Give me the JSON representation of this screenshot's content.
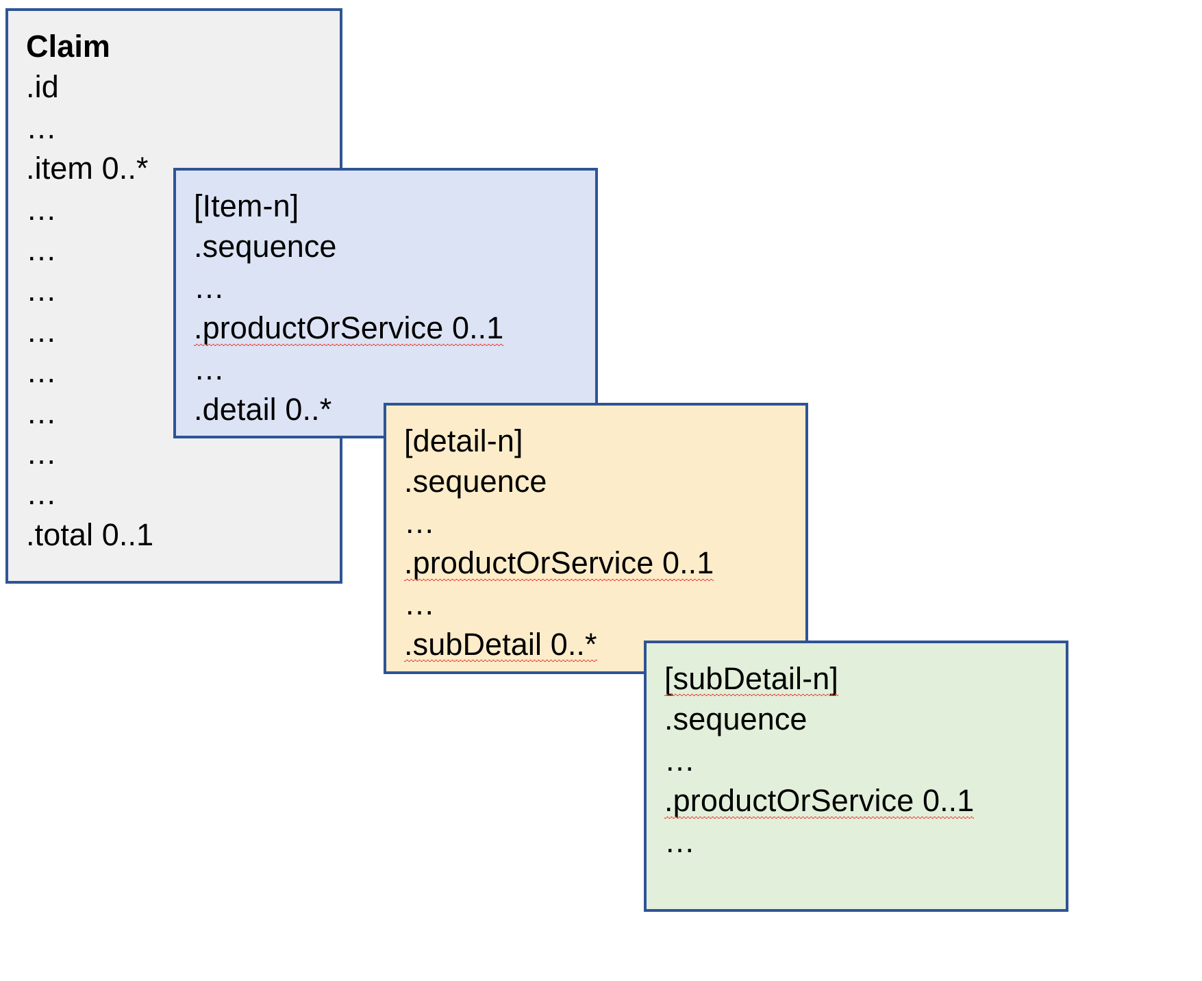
{
  "diagram": {
    "title": "FHIR Claim nested item structure",
    "colors": {
      "border": "#2e5496",
      "claim_fill": "#f0f0f0",
      "item_fill": "#dce3f4",
      "detail_fill": "#fcecc9",
      "subdetail_fill": "#e2efda",
      "spellcheck_underline": "#e8453c"
    },
    "cards": [
      {
        "id": "claim",
        "header": "Claim",
        "lines": [
          "Claim",
          ".id",
          "…",
          ".item 0..*",
          "…",
          "…",
          "…",
          "…",
          "…",
          "…",
          "…",
          "…",
          ".total 0..1"
        ]
      },
      {
        "id": "item",
        "header": "[Item-n]",
        "lines": [
          "[Item-n]",
          ".sequence",
          "…",
          ".productOrService 0..1",
          "…",
          ".detail 0..*"
        ]
      },
      {
        "id": "detail",
        "header": "[detail-n]",
        "lines": [
          "[detail-n]",
          ".sequence",
          "…",
          ".productOrService 0..1",
          "…",
          ".subDetail 0..*"
        ]
      },
      {
        "id": "subdetail",
        "header": "[subDetail-n]",
        "lines": [
          "[subDetail-n]",
          ".sequence",
          "…",
          ".productOrService 0..1",
          "…"
        ]
      }
    ]
  }
}
